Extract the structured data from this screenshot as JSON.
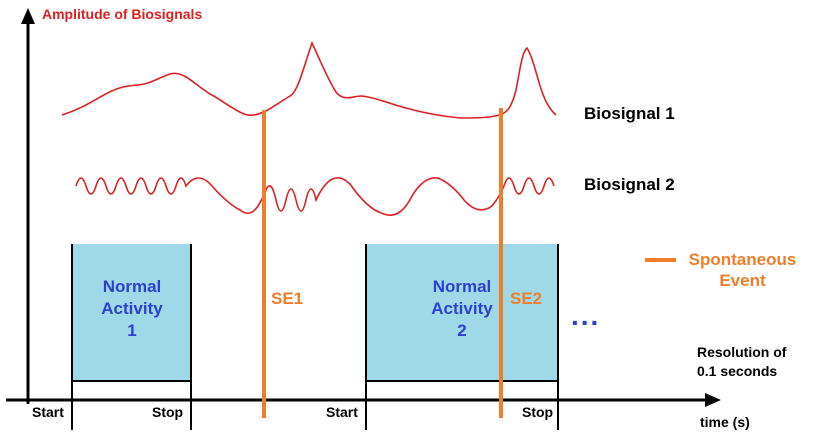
{
  "title": "Amplitude of Biosignals",
  "x_axis_label": "time (s)",
  "signals": [
    {
      "label": "Biosignal 1"
    },
    {
      "label": "Biosignal 2"
    }
  ],
  "activities": [
    {
      "line1": "Normal",
      "line2": "Activity",
      "line3": "1",
      "start_label": "Start",
      "stop_label": "Stop"
    },
    {
      "line1": "Normal",
      "line2": "Activity",
      "line3": "2",
      "start_label": "Start",
      "stop_label": "Stop"
    }
  ],
  "events": [
    {
      "label": "SE1"
    },
    {
      "label": "SE2"
    }
  ],
  "legend": {
    "line1": "Spontaneous",
    "line2": "Event"
  },
  "resolution_note": {
    "line1": "Resolution of",
    "line2": "0.1 seconds"
  },
  "continuation": "...",
  "colors": {
    "signal": "#e02020",
    "event": "#f07d2a",
    "activity_fill": "#9fd9e8",
    "activity_text": "#2d3fd0",
    "axis": "#000000"
  }
}
